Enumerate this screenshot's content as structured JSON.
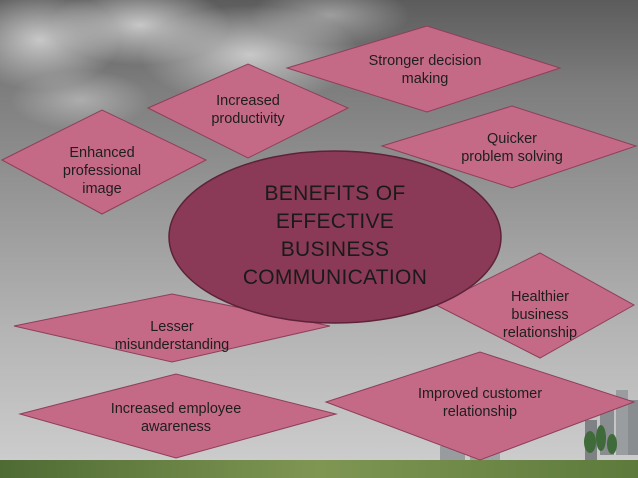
{
  "colors": {
    "diamond_fill": "#c46a87",
    "diamond_stroke": "#8e3f5a",
    "center_fill": "#8a3a56",
    "center_stroke": "#5e2238",
    "text": "#1e1e1e"
  },
  "center": {
    "label": "BENEFITS OF\nEFFECTIVE\nBUSINESS\nCOMMUNICATION"
  },
  "benefits": [
    {
      "label": "Stronger decision\nmaking"
    },
    {
      "label": "Increased\nproductivity"
    },
    {
      "label": "Quicker\nproblem solving"
    },
    {
      "label": "Enhanced\nprofessional\nimage"
    },
    {
      "label": "Healthier\nbusiness\nrelationship"
    },
    {
      "label": "Lesser\nmisunderstanding"
    },
    {
      "label": "Improved customer\nrelationship"
    },
    {
      "label": "Increased employee\nawareness"
    }
  ]
}
